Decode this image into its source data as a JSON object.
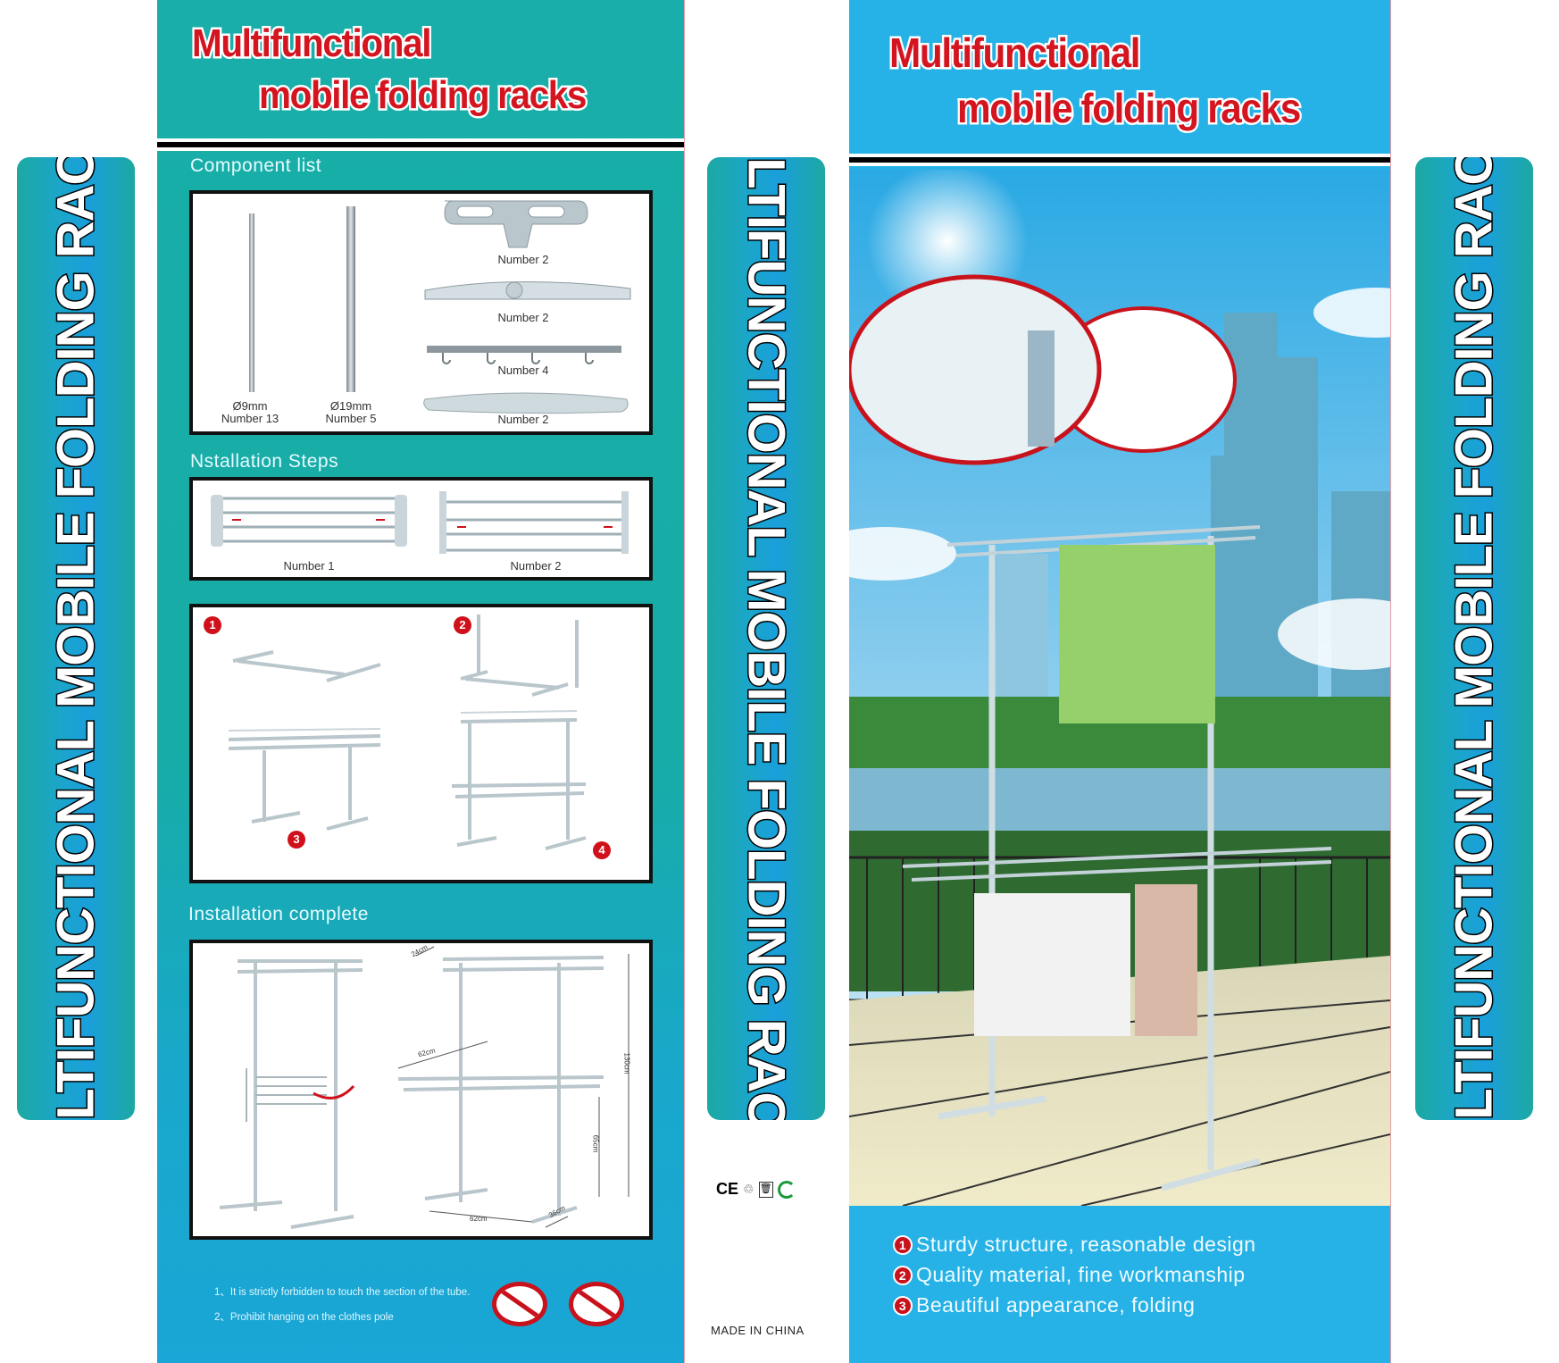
{
  "strip_text": "MULTIFUNCTIONAL MOBILE FOLDING RACKS",
  "title": {
    "line1": "Multifunctional",
    "line2": "mobile folding racks"
  },
  "left_panel": {
    "component_list_label": "Component list",
    "components": [
      {
        "size": "Ø9mm",
        "count": "Number 13"
      },
      {
        "size": "Ø19mm",
        "count": "Number 5"
      },
      {
        "count": "Number 2"
      },
      {
        "count": "Number 2"
      },
      {
        "count": "Number 4"
      },
      {
        "count": "Number 2"
      }
    ],
    "installation_steps_label": "Nstallation Steps",
    "steps": [
      "Number 1",
      "Number 2"
    ],
    "step_numbers": [
      "1",
      "2",
      "3",
      "4"
    ],
    "installation_complete_label": "Installation complete",
    "dimensions": [
      "24cm",
      "62cm",
      "130cm",
      "65cm",
      "62cm",
      "36cm"
    ],
    "warnings": [
      "1、It is strictly forbidden to touch the section of the tube.",
      "2、Prohibit hanging on the clothes pole"
    ]
  },
  "center": {
    "certifications": [
      "CE"
    ],
    "made_in": "MADE IN CHINA"
  },
  "right_panel": {
    "features": [
      {
        "num": "1",
        "text": "Sturdy structure, reasonable design"
      },
      {
        "num": "2",
        "text": "Quality material, fine workmanship"
      },
      {
        "num": "3",
        "text": "Beautiful appearance, folding"
      }
    ]
  },
  "colors": {
    "teal": "#19aea9",
    "sky": "#26b2e6",
    "title_red": "#d4141f",
    "badge_red": "#c8121c"
  }
}
